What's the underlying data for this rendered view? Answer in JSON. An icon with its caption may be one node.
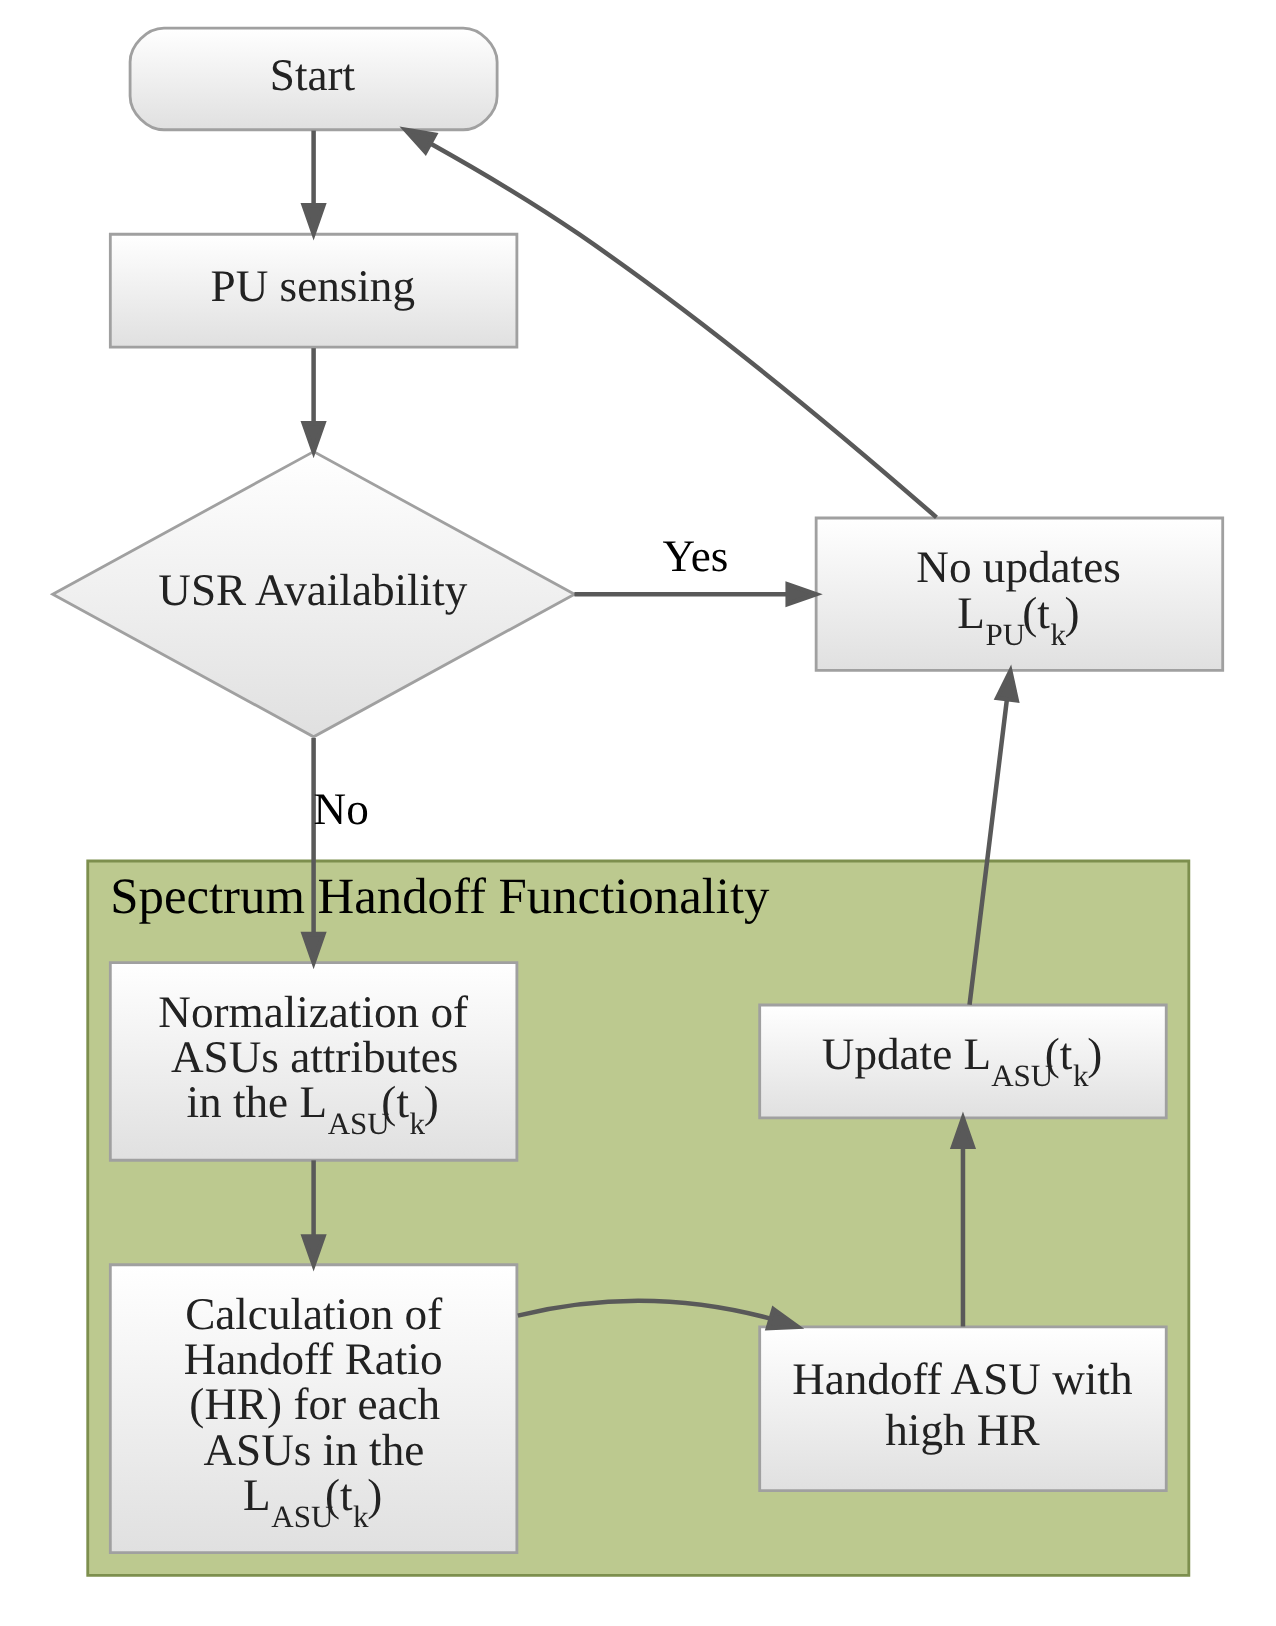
{
  "diagram": {
    "nodes": [
      {
        "text": [
          "Start"
        ]
      },
      {
        "text": [
          "PU sensing"
        ]
      },
      {
        "text": [
          "USR Availability"
        ]
      },
      {
        "text": [
          "No updates L$_{PU}$(t$_{k}$)"
        ]
      },
      {
        "text": [
          "Spectrum Handoff Functionality"
        ]
      },
      {
        "text": [
          "Normalization of ASUs attributes in the L$_{ASU}$(t$_{k}$)"
        ],
        "in": 4
      },
      {
        "text": [
          "Update L$_{ASU}$(t$_{k}$)"
        ],
        "in": 4
      },
      {
        "text": [
          "Calculation of Handoff Ratio (HR) for each ASUs in the L$_{ASU}$(t$_{k}$)"
        ],
        "in": 4
      },
      {
        "text": [
          "Handoff ASU with high HR"
        ],
        "in": 4
      }
    ],
    "edges": [
      {
        "from": 0,
        "to": 1,
        "arrow": "to"
      },
      {
        "from": 1,
        "to": 2,
        "arrow": "to"
      },
      {
        "from": 2,
        "to": 3,
        "arrow": "to",
        "label": "Yes"
      },
      {
        "from": 2,
        "to": 5,
        "arrow": "to",
        "label": "No"
      },
      {
        "from": 5,
        "to": 7,
        "arrow": "to"
      },
      {
        "from": 7,
        "to": 8,
        "arrow": "to"
      },
      {
        "from": 8,
        "to": 6,
        "arrow": "to"
      },
      {
        "from": 6,
        "to": 3,
        "arrow": "to"
      },
      {
        "from": 3,
        "to": 0,
        "arrow": "to"
      }
    ]
  }
}
